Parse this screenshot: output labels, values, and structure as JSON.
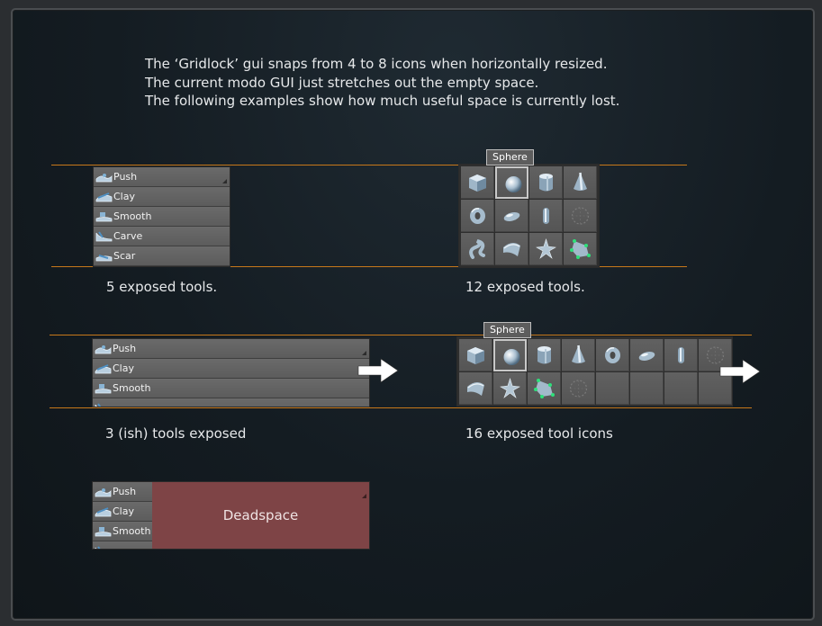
{
  "intro": {
    "line1": "The ‘Gridlock’ gui snaps from 4 to 8 icons when horizontally resized.",
    "line2": "The current modo GUI just stretches out the empty space.",
    "line3": "The following examples show how much useful space is currently lost."
  },
  "tools": {
    "push": "Push",
    "clay": "Clay",
    "smooth": "Smooth",
    "carve": "Carve",
    "scar": "Scar"
  },
  "tooltip": "Sphere",
  "deadspace": "Deadspace",
  "captions": {
    "top_left": "5 exposed tools.",
    "top_right": "12 exposed tools.",
    "mid_left": "3 (ish) tools exposed",
    "mid_right": "16 exposed tool icons"
  },
  "icons": {
    "grid_small": [
      "cube-icon",
      "sphere-icon",
      "cylinder-icon",
      "cone-icon",
      "torus-icon",
      "capsule-icon",
      "tube-icon",
      "placeholder-icon",
      "tentacle-icon",
      "petal-icon",
      "star-icon",
      "poly-icon"
    ],
    "grid_wide": [
      "cube-icon",
      "sphere-icon",
      "cylinder-icon",
      "cone-icon",
      "torus-icon",
      "capsule-icon",
      "tube-icon",
      "placeholder-icon",
      "petal-icon",
      "star-icon",
      "poly-icon",
      "placeholder-icon"
    ]
  },
  "colors": {
    "accent_line": "#c7781a",
    "deadspace": "#7e4446",
    "panel": "#5c5c5c"
  }
}
